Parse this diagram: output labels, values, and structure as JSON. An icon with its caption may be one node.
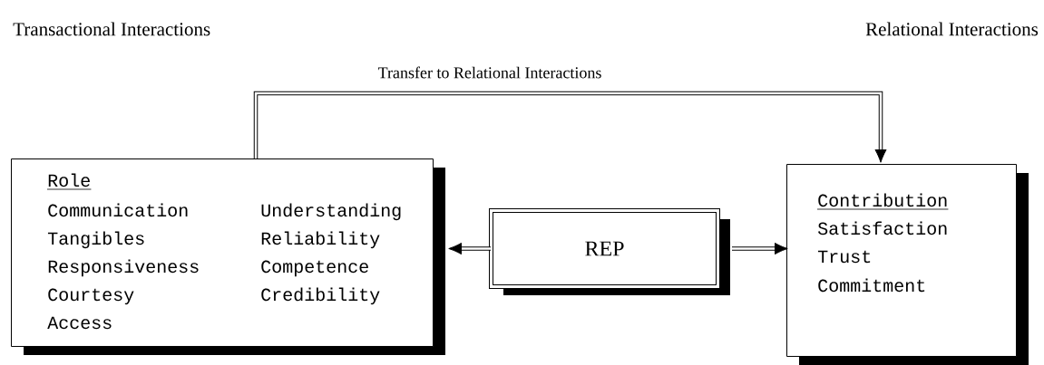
{
  "diagram": {
    "nodes": [
      {
        "text": [
          "Role",
          "Communication",
          "Understanding",
          "Tangibles",
          "Reliability",
          "Responsiveness",
          "Competence",
          "Courtesy",
          "Credibility",
          "Access"
        ]
      },
      {
        "text": [
          "REP"
        ]
      },
      {
        "text": [
          "Contribution",
          "Satisfaction",
          "Trust",
          "Commitment"
        ]
      }
    ],
    "edges": [
      {
        "from": 1,
        "to": 0,
        "arrow": "to"
      },
      {
        "from": 1,
        "to": 2,
        "arrow": "to"
      },
      {
        "from": 0,
        "to": 2,
        "arrow": "to",
        "label": "Transfer to Relational Interactions"
      }
    ],
    "labels": [
      "Transactional Interactions",
      "Relational Interactions"
    ]
  }
}
